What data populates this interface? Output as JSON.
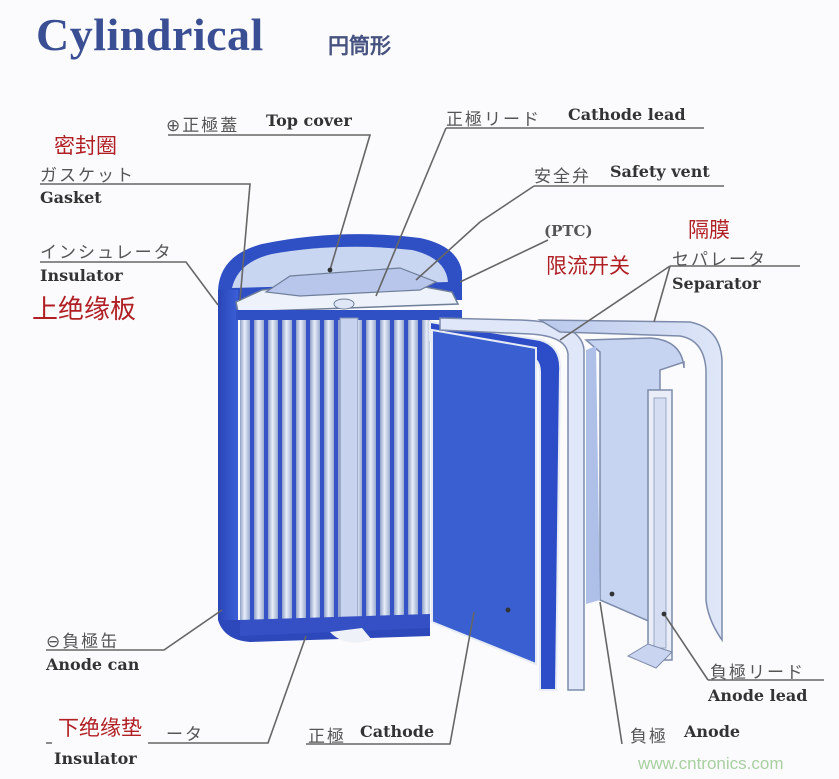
{
  "title": {
    "en": "Cylindrical",
    "jp": "円筒形"
  },
  "labels": {
    "top_cover": {
      "jp": "⊕正極蓋",
      "en": "Top cover"
    },
    "gasket": {
      "cn": "密封圈",
      "jp": "ガスケット",
      "en": "Gasket"
    },
    "insulator_top": {
      "jp": "インシュレータ",
      "en": "Insulator",
      "cn": "上绝缘板"
    },
    "cathode_lead": {
      "jp": "正極リード",
      "en": "Cathode lead"
    },
    "safety_vent": {
      "jp": "安全弁",
      "en": "Safety vent"
    },
    "ptc": {
      "en": "(PTC)",
      "cn": "限流开关"
    },
    "separator": {
      "cn": "隔膜",
      "jp": "セパレータ",
      "en": "Separator"
    },
    "anode_can": {
      "jp": "⊖負極缶",
      "en": "Anode can"
    },
    "insulator_bottom": {
      "cn": "下绝缘垫",
      "jp_tail": "ータ",
      "en": "Insulator"
    },
    "cathode": {
      "jp": "正極",
      "en": "Cathode"
    },
    "anode": {
      "jp": "負極",
      "en": "Anode"
    },
    "anode_lead": {
      "jp": "負極リード",
      "en": "Anode lead"
    }
  },
  "watermark": "www.cntronics.com",
  "colors": {
    "title": "#3a4f93",
    "can_blue": "#2f4fc4",
    "cathode_blue": "#3a5fd0",
    "light_blue": "#c9d6f2",
    "separator": "#dfe6f6",
    "annotation_red": "#b01f24",
    "watermark": "#a8d0a0"
  }
}
